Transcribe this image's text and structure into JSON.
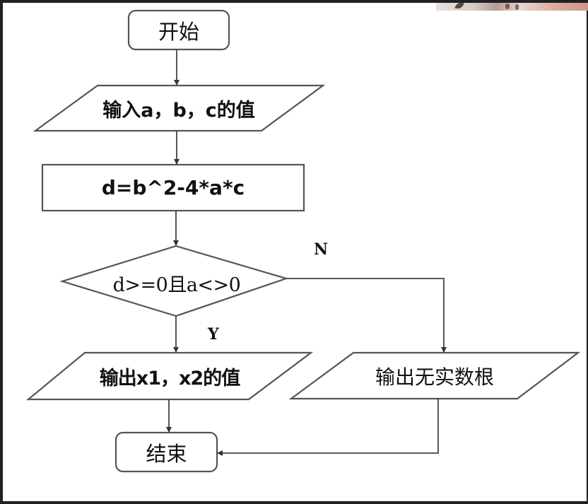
{
  "diagram": {
    "type": "flowchart",
    "nodes": {
      "start": {
        "label": "开始",
        "shape": "rounded-rect"
      },
      "input": {
        "label": "输入a，b，c的值",
        "shape": "parallelogram"
      },
      "compute": {
        "label": "d=b^2-4*a*c",
        "shape": "rect"
      },
      "decision": {
        "label": "d>=0且a<>0",
        "shape": "diamond"
      },
      "output_roots": {
        "label": "输出x1，x2的值",
        "shape": "parallelogram"
      },
      "output_no_roots": {
        "label": "输出无实数根",
        "shape": "parallelogram"
      },
      "end": {
        "label": "结束",
        "shape": "rounded-rect"
      }
    },
    "edge_labels": {
      "yes": "Y",
      "no": "N"
    },
    "edges": [
      {
        "from": "start",
        "to": "input"
      },
      {
        "from": "input",
        "to": "compute"
      },
      {
        "from": "compute",
        "to": "decision"
      },
      {
        "from": "decision",
        "to": "output_roots",
        "label": "Y"
      },
      {
        "from": "decision",
        "to": "output_no_roots",
        "label": "N"
      },
      {
        "from": "output_roots",
        "to": "end"
      },
      {
        "from": "output_no_roots",
        "to": "end"
      }
    ],
    "colors": {
      "stroke": "#555555",
      "text": "#111111",
      "background": "#ffffff",
      "frame": "#1f2123"
    }
  }
}
